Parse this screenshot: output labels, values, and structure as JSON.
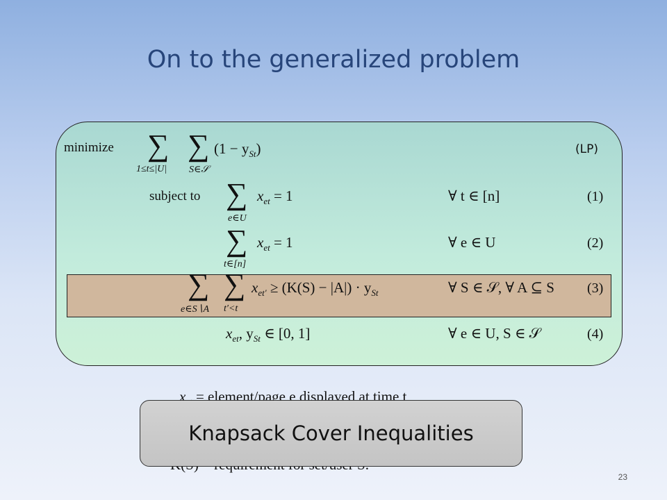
{
  "slide": {
    "title": "On to the generalized problem",
    "page_number": "23"
  },
  "lp": {
    "objective": {
      "keyword": "minimize",
      "sub1": "1≤t≤|U|",
      "sub2": "S∈𝒮",
      "term": "(1 − y",
      "term_sub": "St",
      "term_close": ")",
      "tag": "(LP)"
    },
    "c1": {
      "keyword": "subject to",
      "sub": "e∈U",
      "expr": "x",
      "expr_sub": "et",
      "rhs": " = 1",
      "quant": "∀ t ∈ [n]",
      "tag": "(1)"
    },
    "c2": {
      "sub": "t∈[n]",
      "expr": "x",
      "expr_sub": "et",
      "rhs": " = 1",
      "quant": "∀ e ∈ U",
      "tag": "(2)"
    },
    "c3": {
      "sub1": "e∈S∖A",
      "sub2": "t′<t",
      "expr": "x",
      "expr_sub": "et′",
      "rhs": " ≥ (K(S) − |A|) · y",
      "rhs_sub": "St",
      "quant": "∀ S ∈ 𝒮, ∀ A ⊆ S",
      "tag": "(3)"
    },
    "c4": {
      "expr": "x",
      "expr_sub": "et",
      "mid": ", y",
      "mid_sub": "St",
      "rhs": " ∈ [0, 1]",
      "quant": "∀ e ∈ U, S ∈ 𝒮",
      "tag": "(4)"
    }
  },
  "definitions": {
    "line1": "x",
    "line1_sub": "et",
    "line1_rest": " = element/page e displayed at time t",
    "line3": "K(S) = requirement for set/user S."
  },
  "overlay_label": "Knapsack Cover Inequalities"
}
